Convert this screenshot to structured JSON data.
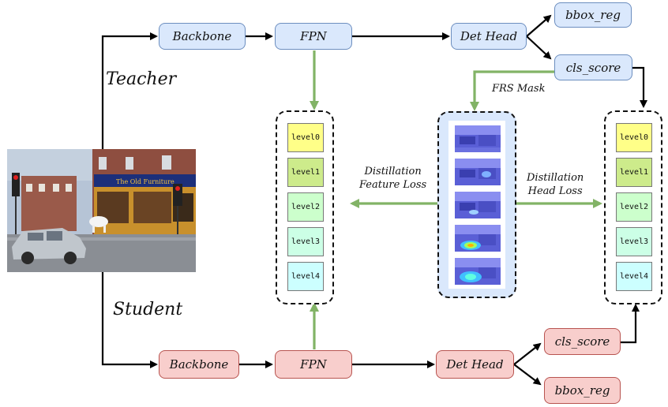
{
  "labels": {
    "teacher": "Teacher",
    "student": "Student",
    "frs_mask": "FRS Mask",
    "distill_feature": [
      "Distillation",
      "Feature Loss"
    ],
    "distill_head": [
      "Distillation",
      "Head Loss"
    ]
  },
  "teacher": {
    "backbone": "Backbone",
    "fpn": "FPN",
    "det_head": "Det Head",
    "bbox_reg": "bbox_reg",
    "cls_score": "cls_score"
  },
  "student": {
    "backbone": "Backbone",
    "fpn": "FPN",
    "det_head": "Det Head",
    "bbox_reg": "bbox_reg",
    "cls_score": "cls_score"
  },
  "feature_levels": [
    "level0",
    "level1",
    "level2",
    "level3",
    "level4"
  ],
  "head_levels": [
    "level0",
    "level1",
    "level2",
    "level3",
    "level4"
  ],
  "photo_sign": "The Old Furniture",
  "colors": {
    "teacher_fill": "#dae8fc",
    "teacher_border": "#6c8ebf",
    "student_fill": "#f8cecc",
    "student_border": "#b85450",
    "green_arrow": "#82b366",
    "level_colors": [
      "#ffff88",
      "#cdeb8b",
      "#ccffcc",
      "#ccffe6",
      "#ccffff"
    ]
  }
}
